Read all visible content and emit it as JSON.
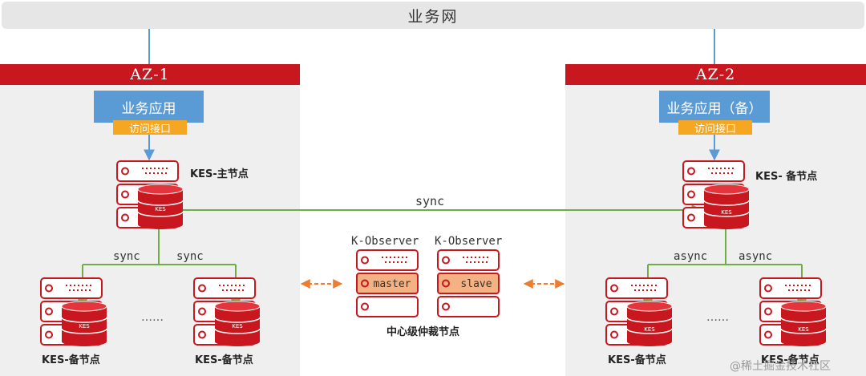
{
  "network": {
    "label": "业务网"
  },
  "zones": [
    {
      "title": "AZ-1",
      "app": "业务应用",
      "api": "访问接口",
      "primary_label": "KES-主节点",
      "replicas": [
        {
          "label": "KES-备节点"
        },
        {
          "label": "KES-备节点"
        }
      ],
      "sync_labels": [
        "sync",
        "sync"
      ],
      "ellipsis": "……"
    },
    {
      "title": "AZ-2",
      "app": "业务应用（备）",
      "api": "访问接口",
      "primary_label": "KES- 备节点",
      "replicas": [
        {
          "label": "KES-备节点"
        },
        {
          "label": "KES-备节点"
        }
      ],
      "sync_labels": [
        "async",
        "async"
      ],
      "ellipsis": "……"
    }
  ],
  "cross_link": {
    "label": "sync"
  },
  "observers": [
    {
      "title": "K-Observer",
      "role": "master"
    },
    {
      "title": "K-Observer",
      "role": "slave"
    }
  ],
  "arbiter_label": "中心级仲裁节点",
  "db_badge": "KES",
  "watermark": "@稀土掘金技术社区",
  "colors": {
    "accent_red": "#c8171e",
    "link_green": "#70ad47",
    "link_blue": "#5b9bd5",
    "arbiter_orange": "#ed7d31",
    "api_orange": "#f5a623"
  }
}
